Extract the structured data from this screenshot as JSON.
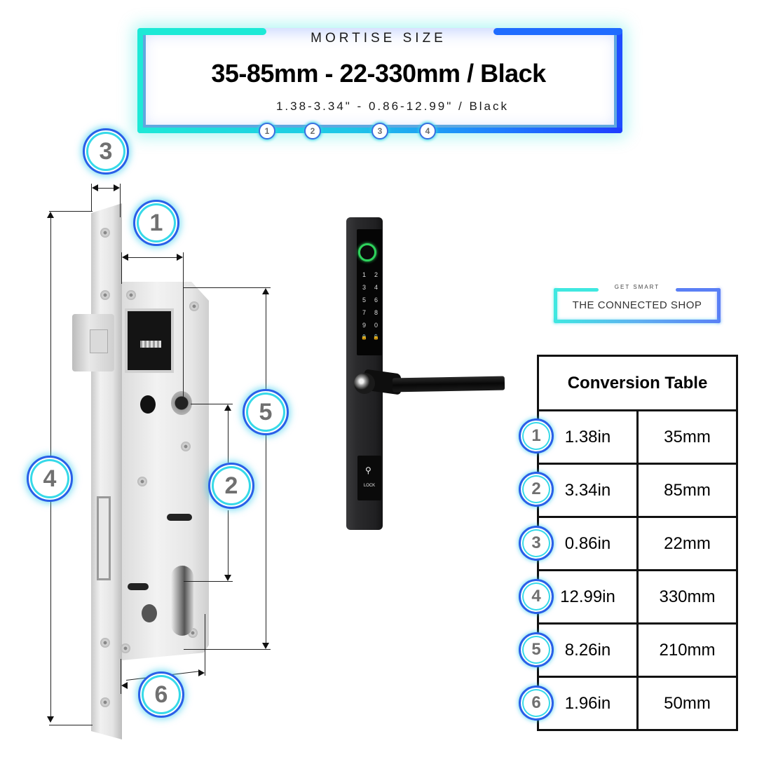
{
  "header": {
    "label": "MORTISE SIZE",
    "title": "35-85mm - 22-330mm / Black",
    "subtitle": "1.38-3.34\" - 0.86-12.99\" / Black",
    "mini_badges": [
      "1",
      "2",
      "3",
      "4"
    ],
    "frame_colors": {
      "cyan": "#1de9d6",
      "blue": "#1f4dff"
    }
  },
  "diagram": {
    "badges": [
      "1",
      "2",
      "3",
      "4",
      "5",
      "6"
    ]
  },
  "product": {
    "keypad": [
      "1",
      "2",
      "3",
      "4",
      "5",
      "6",
      "7",
      "8",
      "9",
      "0",
      "🔒",
      "🔓"
    ],
    "key_icon": "key-icon",
    "key_label": "LOCK",
    "fingerprint_color": "#2ed35c"
  },
  "brand": {
    "tagline": "GET SMART",
    "name": "THE CONNECTED SHOP"
  },
  "table": {
    "title": "Conversion Table",
    "rows": [
      {
        "badge": "1",
        "inches": "1.38in",
        "mm": "35mm"
      },
      {
        "badge": "2",
        "inches": "3.34in",
        "mm": "85mm"
      },
      {
        "badge": "3",
        "inches": "0.86in",
        "mm": "22mm"
      },
      {
        "badge": "4",
        "inches": "12.99in",
        "mm": "330mm"
      },
      {
        "badge": "5",
        "inches": "8.26in",
        "mm": "210mm"
      },
      {
        "badge": "6",
        "inches": "1.96in",
        "mm": "50mm"
      }
    ]
  }
}
